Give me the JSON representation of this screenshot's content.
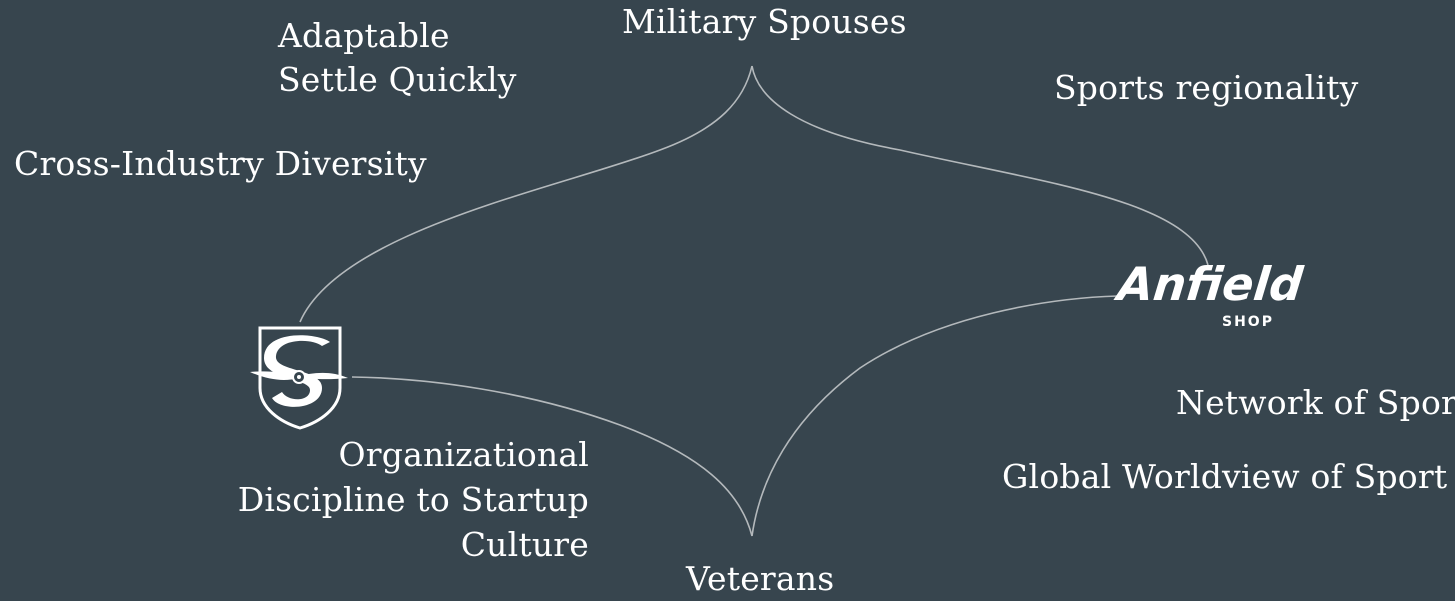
{
  "nodes": {
    "military_spouses": "Military Spouses",
    "veterans": "Veterans"
  },
  "attributes": {
    "adaptable": "Adaptable",
    "settle_quickly": "Settle Quickly",
    "cross_industry": "Cross-Industry Diversity",
    "sports_regionality": "Sports regionality",
    "org_discipline": [
      "Organizational",
      "Discipline to Startup",
      "Culture"
    ],
    "network_of_sport": "Network of Sport",
    "global_worldview": "Global Worldview of Sport"
  },
  "logos": {
    "anfield_wordmark": "Anfield",
    "anfield_sub": "SHOP",
    "shield_icon": "shield-s-propeller-icon"
  },
  "colors": {
    "background": "#37454e",
    "text": "#ffffff",
    "connector": "#b4b9bc"
  }
}
